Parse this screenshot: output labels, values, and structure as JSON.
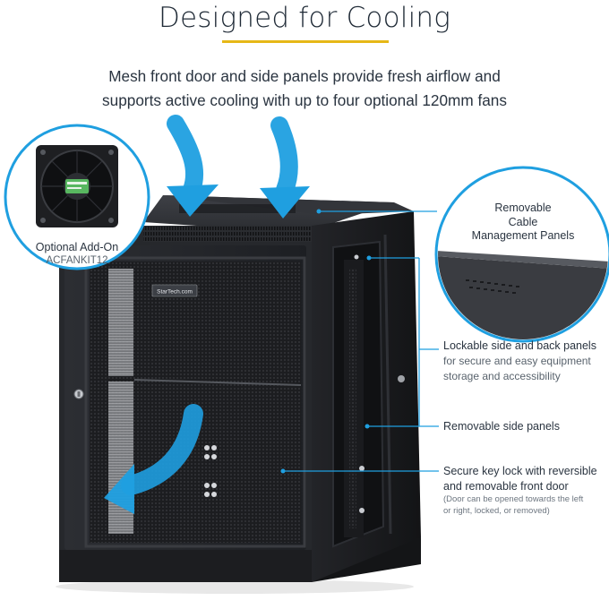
{
  "header": {
    "title": "Designed for Cooling",
    "subtitle_line1": "Mesh front door and side panels provide fresh airflow and",
    "subtitle_line2": "supports active cooling with up to four optional 120mm fans"
  },
  "fan_inset": {
    "label_line1": "Optional Add-On",
    "label_line2": "ACFANKIT12"
  },
  "callouts": {
    "cable_panels": {
      "line1": "Removable",
      "line2": "Cable",
      "line3": "Management Panels"
    },
    "lockable": {
      "title": "Lockable side and back panels",
      "desc_line1": "for secure and easy equipment",
      "desc_line2": "storage and accessibility"
    },
    "side_panels": {
      "title": "Removable side panels"
    },
    "key_lock": {
      "title_line1": "Secure key lock with reversible",
      "title_line2": "and removable front door",
      "note_line1": "(Door can be opened towards the left",
      "note_line2": "or right, locked, or removed)"
    }
  },
  "product": {
    "brand_plate": "StarTech.com"
  },
  "colors": {
    "accent_blue": "#1f9fe0",
    "underline_gold": "#e6b817",
    "cabinet": "#2b2d31"
  }
}
